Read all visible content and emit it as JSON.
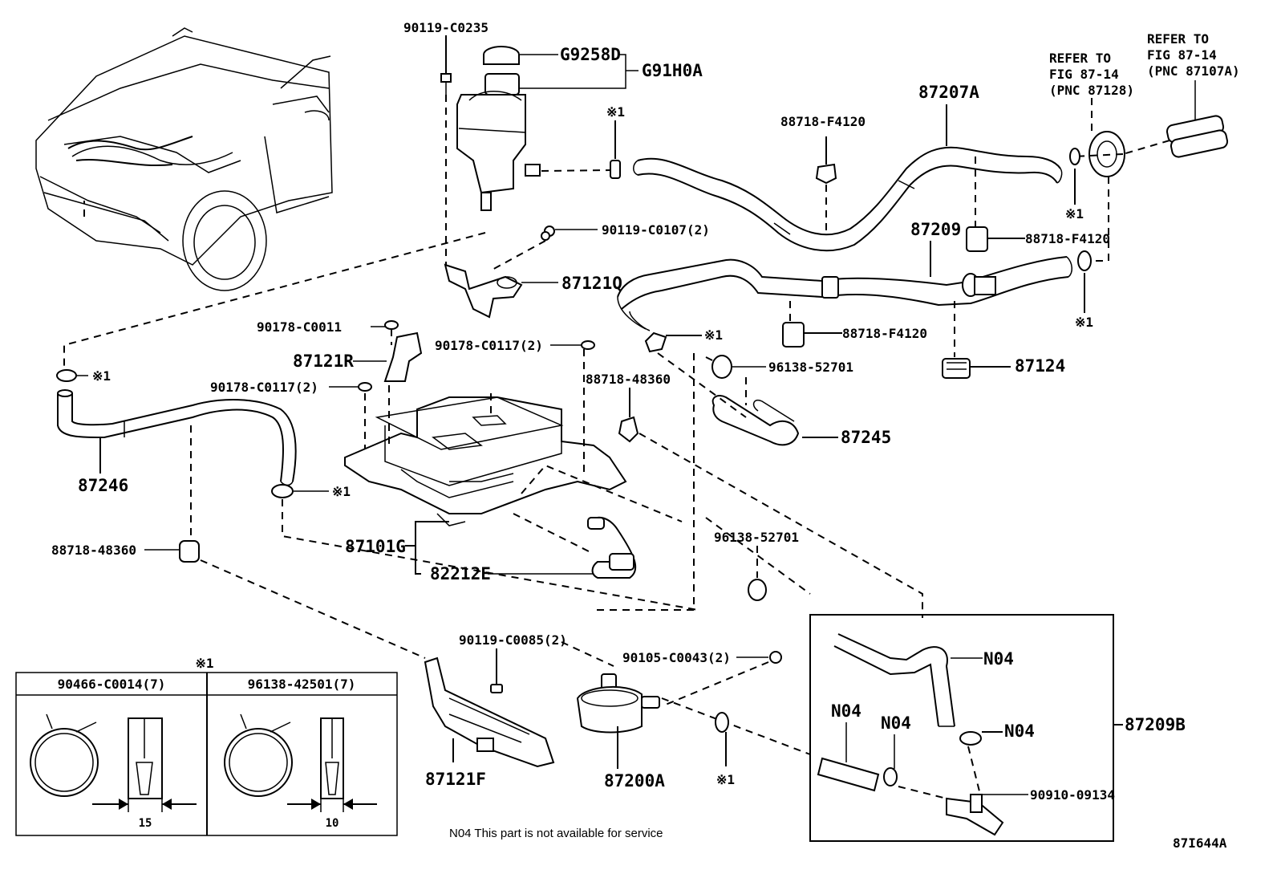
{
  "diagram": {
    "title": "Inverter cooling system parts diagram",
    "figure_id": "87I644A",
    "note": "N04 This part is not available for service",
    "refs": [
      {
        "id": "ref-87128",
        "lines": [
          "REFER TO",
          "FIG 87-14",
          "(PNC 87128)"
        ]
      },
      {
        "id": "ref-87107a",
        "lines": [
          "REFER TO",
          "FIG 87-14",
          "(PNC 87107A)"
        ]
      }
    ],
    "labels": {
      "p90119_c0235": "90119-C0235",
      "pG9258D": "G9258D",
      "pG91H0A": "G91H0A",
      "p90119_c0107": "90119-C0107(2)",
      "p87121Q": "87121Q",
      "p88718_f4120_a": "88718-F4120",
      "p87207A": "87207A",
      "p87209": "87209",
      "p88718_f4120_b": "88718-F4120",
      "p88718_f4120_c": "88718-F4120",
      "p87124": "87124",
      "p90178_c0011": "90178-C0011",
      "p87121R": "87121R",
      "p90178_c0117_a": "90178-C0117(2)",
      "p90178_c0117_b": "90178-C0117(2)",
      "p88718_48360_a": "88718-48360",
      "p96138_52701_a": "96138-52701",
      "p87245": "87245",
      "p87246": "87246",
      "p87101G": "87101G",
      "p82212E": "82212E",
      "p88718_48360_b": "88718-48360",
      "p96138_52701_b": "96138-52701",
      "p90119_c0085": "90119-C0085(2)",
      "p90105_c0043": "90105-C0043(2)",
      "p87121F": "87121F",
      "p87200A": "87200A",
      "pN04_a": "N04",
      "pN04_b": "N04",
      "pN04_c": "N04",
      "pN04_d": "N04",
      "p87209B": "87209B",
      "p90910_09134": "90910-09134"
    },
    "mark": "※1",
    "legend_box": {
      "mark": "※1",
      "columns": [
        {
          "part": "90466-C0014(7)",
          "dimension": "15"
        },
        {
          "part": "96138-42501(7)",
          "dimension": "10"
        }
      ]
    }
  }
}
